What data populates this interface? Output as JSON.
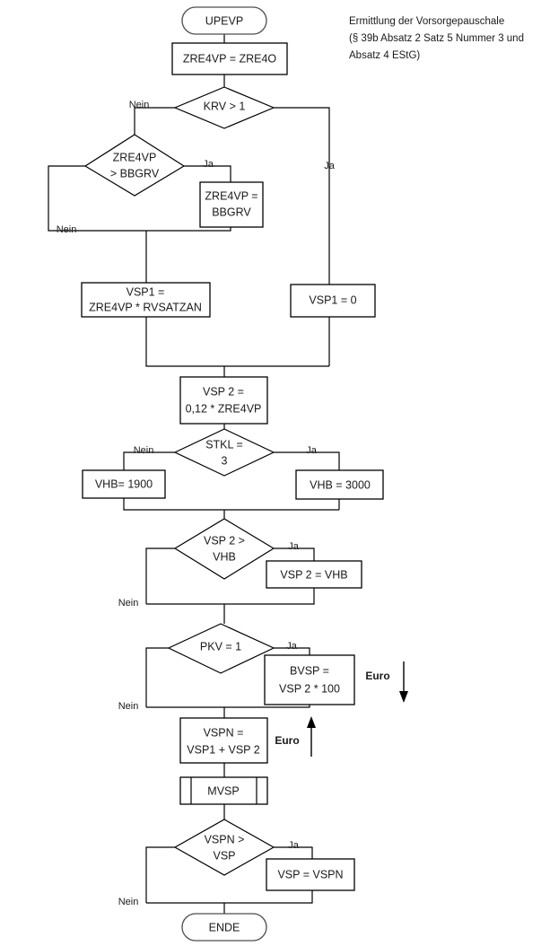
{
  "diagram": {
    "title_note": {
      "line1": "Ermittlung der Vorsorgepauschale",
      "line2": "(§ 39b Absatz 2 Satz 5 Nummer 3 und",
      "line3": "Absatz 4 EStG)"
    },
    "nodes": {
      "start": {
        "label": "UPEVP",
        "type": "terminator"
      },
      "assign_zre4vp": {
        "label": "ZRE4VP = ZRE4O",
        "type": "process"
      },
      "decide_krv": {
        "label": "KRV > 1",
        "type": "decision"
      },
      "decide_bbgrv": {
        "label_line1": "ZRE4VP",
        "label_line2": "> BBGRV",
        "type": "decision"
      },
      "assign_bbgrv": {
        "label_line1": "ZRE4VP =",
        "label_line2": "BBGRV",
        "type": "process"
      },
      "assign_vsp1": {
        "label_line1": "VSP1 =",
        "label_line2": "ZRE4VP * RVSATZAN",
        "type": "process"
      },
      "assign_vsp1_zero": {
        "label": "VSP1 = 0",
        "type": "process"
      },
      "assign_vsp2": {
        "label_line1": "VSP 2 =",
        "label_line2": "0,12 * ZRE4VP",
        "type": "process"
      },
      "decide_stkl": {
        "label_line1": "STKL =",
        "label_line2": "3",
        "type": "decision"
      },
      "assign_vhb_1900": {
        "label": "VHB= 1900",
        "type": "process"
      },
      "assign_vhb_3000": {
        "label": "VHB = 3000",
        "type": "process"
      },
      "decide_vsp2_vhb": {
        "label_line1": "VSP 2 >",
        "label_line2": "VHB",
        "type": "decision"
      },
      "assign_vsp2_vhb": {
        "label": "VSP 2 = VHB",
        "type": "process"
      },
      "decide_pkv": {
        "label": "PKV = 1",
        "type": "decision"
      },
      "assign_bvsp": {
        "label_line1": "BVSP =",
        "label_line2": "VSP 2 * 100",
        "type": "process"
      },
      "assign_vspn": {
        "label_line1": "VSPN =",
        "label_line2": "VSP1 + VSP 2",
        "type": "process"
      },
      "call_mvsp": {
        "label": "MVSP",
        "type": "predefined-process"
      },
      "decide_vspn_vsp": {
        "label_line1": "VSPN >",
        "label_line2": "VSP",
        "type": "decision"
      },
      "assign_vsp_vspn": {
        "label": "VSP = VSPN",
        "type": "process"
      },
      "end": {
        "label": "ENDE",
        "type": "terminator"
      }
    },
    "edge_labels": {
      "krv_nein": "Nein",
      "krv_ja": "Ja",
      "bbgrv_ja": "Ja",
      "bbgrv_nein": "Nein",
      "stkl_nein": "Nein",
      "stkl_ja": "Ja",
      "vsp2vhb_ja": "Ja",
      "vsp2vhb_nein": "Nein",
      "pkv_ja": "Ja",
      "pkv_nein": "Nein",
      "vspnvsp_ja": "Ja",
      "vspnvsp_nein": "Nein"
    },
    "annotations": {
      "euro_down": "Euro",
      "euro_up": "Euro"
    },
    "colors": {
      "stroke": "#000000",
      "terminator_stroke": "#4d4d4d",
      "text": "#1a1a1a",
      "background": "#ffffff"
    }
  }
}
